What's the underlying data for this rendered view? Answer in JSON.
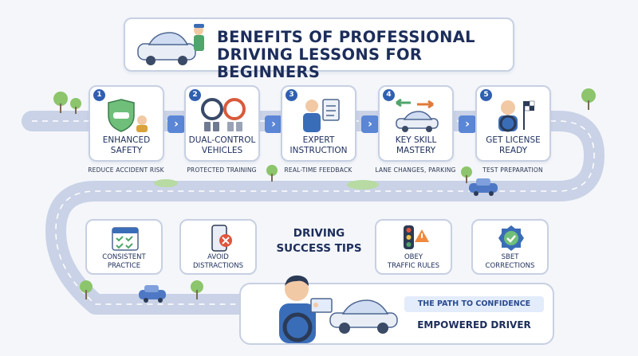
{
  "title": {
    "line1": "BENEFITS OF PROFESSIONAL",
    "line2": "DRIVING LESSONS FOR BEGINNERS"
  },
  "steps": [
    {
      "number": "1",
      "label_line1": "ENHANCED",
      "label_line2": "SAFETY",
      "caption": "REDUCE ACCIDENT RISK",
      "icon": "shield-car-icon"
    },
    {
      "number": "2",
      "label_line1": "DUAL-CONTROL",
      "label_line2": "VEHICLES",
      "caption": "PROTECTED TRAINING",
      "icon": "dual-steering-wheel-icon"
    },
    {
      "number": "3",
      "label_line1": "EXPERT",
      "label_line2": "INSTRUCTION",
      "caption": "REAL-TIME FEEDBACK",
      "icon": "instructor-clipboard-icon"
    },
    {
      "number": "4",
      "label_line1": "KEY SKILL",
      "label_line2": "MASTERY",
      "caption": "LANE CHANGES, PARKING",
      "icon": "car-lane-arrows-icon"
    },
    {
      "number": "5",
      "label_line1": "GET LICENSE",
      "label_line2": "READY",
      "caption": "TEST PREPARATION",
      "icon": "driver-checkered-flag-icon"
    }
  ],
  "tips": {
    "heading_line1": "DRIVING",
    "heading_line2": "SUCCESS TIPS",
    "items": [
      {
        "label_line1": "CONSISTENT",
        "label_line2": "PRACTICE",
        "icon": "calendar-check-icon"
      },
      {
        "label_line1": "AVOID",
        "label_line2": "DISTRACTIONS",
        "icon": "phone-blocked-icon"
      },
      {
        "label_line1": "OBEY",
        "label_line2": "TRAFFIC RULES",
        "icon": "traffic-light-icon"
      },
      {
        "label_line1": "SBET",
        "label_line2": "CORRECTIONS",
        "icon": "check-badge-icon"
      }
    ]
  },
  "outcome": {
    "banner": "THE PATH TO CONFIDENCE",
    "title": "EMPOWERED DRIVER"
  },
  "colors": {
    "accent": "#2f5fb0",
    "road": "#c9d2e6",
    "card_border": "#c7d0e2",
    "text": "#1c2d5a"
  }
}
